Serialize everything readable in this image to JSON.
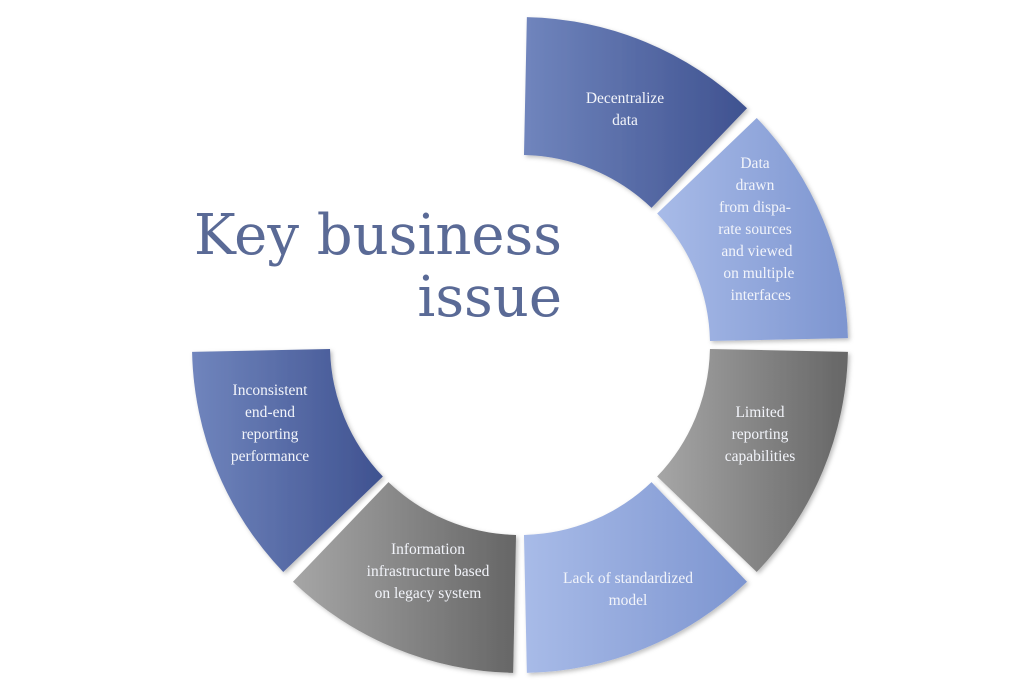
{
  "title": "Key business\nissue",
  "colors": {
    "dark_blue": "#4a5e98",
    "light_blue": "#93a9dc",
    "gray": "#7a7a7a",
    "title": "#5a6a96"
  },
  "segments": [
    {
      "label": "Decentralize\ndata",
      "style": "dark_blue"
    },
    {
      "label": "Data\ndrawn\nfrom dispa-\nrate sources\n and viewed\n  on multiple\n   interfaces",
      "style": "light_blue"
    },
    {
      "label": "Limited\nreporting\ncapabilities",
      "style": "gray"
    },
    {
      "label": "Lack of standardized\nmodel",
      "style": "light_blue"
    },
    {
      "label": "Information\ninfrastructure based\non legacy system",
      "style": "gray"
    },
    {
      "label": "Inconsistent\nend-end\nreporting\nperformance",
      "style": "dark_blue"
    }
  ]
}
